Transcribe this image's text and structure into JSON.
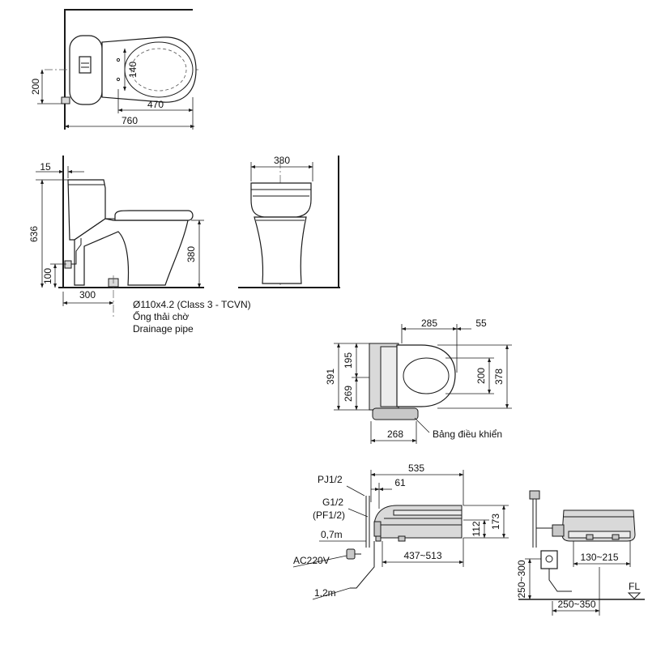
{
  "top_view": {
    "dim_width": "200",
    "dim_hole_offset": "140",
    "dim_seat": "470",
    "dim_length": "760"
  },
  "side_view": {
    "dim_wall_gap": "15",
    "dim_total_height": "636",
    "dim_seat_height": "380",
    "dim_inlet_height": "100",
    "dim_rough_in": "300",
    "pipe_spec": "Ø110x4.2 (Class 3 - TCVN)",
    "pipe_label_vi": "Ống thải chờ",
    "pipe_label_en": "Drainage pipe"
  },
  "front_view": {
    "dim_width": "380"
  },
  "seat_top": {
    "dim_285": "285",
    "dim_55": "55",
    "dim_391": "391",
    "dim_195": "195",
    "dim_269": "269",
    "dim_200": "200",
    "dim_378": "378",
    "dim_268": "268",
    "control_panel_label": "Bảng điều khiển"
  },
  "seat_side": {
    "pj_label": "PJ1/2",
    "g_label": "G1/2",
    "pf_label": "(PF1/2)",
    "hose_length": "0,7m",
    "power_label": "AC220V",
    "cord_length": "1,2m",
    "dim_535": "535",
    "dim_61": "61",
    "dim_112": "112",
    "dim_173": "173",
    "dim_437_513": "437~513"
  },
  "seat_back": {
    "dim_130_215": "130~215",
    "dim_250_300": "250~300",
    "dim_250_350": "250~350",
    "floor_label": "FL"
  }
}
